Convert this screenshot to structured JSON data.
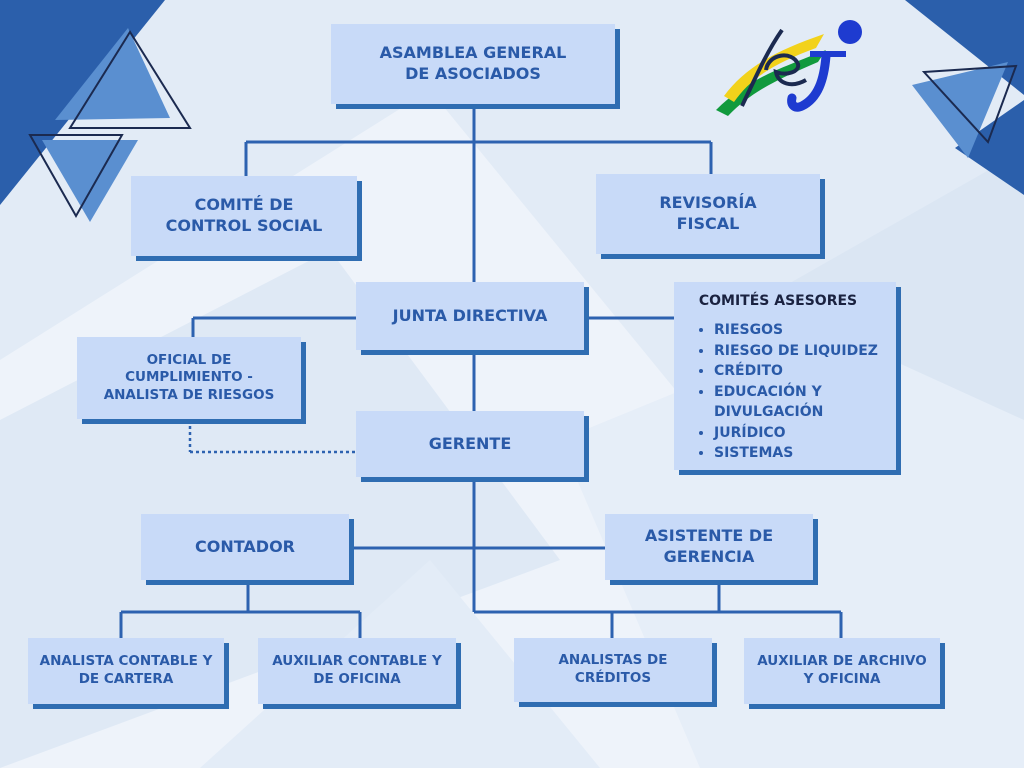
{
  "colors": {
    "box_fill": "#c8daf8",
    "box_shadow": "#2f6db2",
    "text": "#2a5aa8",
    "connector": "#2d62b0",
    "heading_dark": "#1a2240"
  },
  "nodes": {
    "assembly": [
      "ASAMBLEA GENERAL",
      "DE ASOCIADOS"
    ],
    "social_control": [
      "COMITÉ DE",
      "CONTROL SOCIAL"
    ],
    "fiscal_review": [
      "REVISORÍA",
      "FISCAL"
    ],
    "board": [
      "JUNTA DIRECTIVA"
    ],
    "advisory": {
      "title": "COMITÉS ASESORES",
      "items": [
        "RIESGOS",
        "RIESGO DE LIQUIDEZ",
        "CRÉDITO",
        "EDUCACIÓN Y DIVULGACIÓN",
        "JURÍDICO",
        "SISTEMAS"
      ]
    },
    "compliance": [
      "OFICIAL DE",
      "CUMPLIMIENTO -",
      "ANALISTA DE RIESGOS"
    ],
    "manager": [
      "GERENTE"
    ],
    "accountant": [
      "CONTADOR"
    ],
    "manager_assistant": [
      "ASISTENTE DE",
      "GERENCIA"
    ],
    "accounting_analyst": [
      "ANALISTA CONTABLE Y",
      "DE CARTERA"
    ],
    "accounting_aux": [
      "AUXILIAR CONTABLE Y",
      "DE OFICINA"
    ],
    "credit_analysts": [
      "ANALISTAS DE",
      "CRÉDITOS"
    ],
    "archive_aux": [
      "AUXILIAR DE ARCHIVO",
      "Y OFICINA"
    ]
  },
  "logo": {
    "icon": "sei-logo-icon"
  }
}
